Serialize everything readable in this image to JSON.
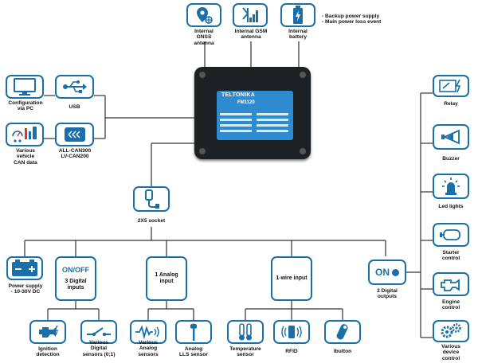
{
  "device": {
    "brand": "TELTONIKA",
    "model": "FM1120"
  },
  "top": {
    "gnss": "Internal\nGNSS\nantenna",
    "gsm": "Internal GSM\nantenna",
    "battery": "Internal\nbattery",
    "battery_notes": "- Backup power supply\n- Main power loss event"
  },
  "left": {
    "pc": "Configuration\nvia PC",
    "usb": "USB",
    "can": "Various\nvehicle\nCAN data",
    "allcan": "ALL-CAN300\nLV-CAN200"
  },
  "socket": "2X5 socket",
  "bottom": {
    "power": "Power supply\n- 10-30V DC",
    "onoff_title": "ON/OFF",
    "digital_inputs": "3 Digital\ninputs",
    "analog_input": "1 Analog\ninput",
    "onewire": "1-wire input",
    "on_text": "ON",
    "digital_outputs": "2 Digital\noutputs",
    "ignition": "Ignition\ndetection",
    "digital_sensors": "Various\nDigital\nsensors (0;1)",
    "analog_sensors": "Various\nAnalog\nsensors",
    "lls": "Analog\nLLS sensor",
    "temperature": "Temperature\nsensor",
    "rfid": "RFID",
    "ibutton": "Ibutton"
  },
  "right": {
    "relay": "Relay",
    "buzzer": "Buzzer",
    "led": "Led lights",
    "starter": "Starter\ncontrol",
    "engine": "Engine\ncontrol",
    "various": "Various\ndevice\ncontrol"
  }
}
